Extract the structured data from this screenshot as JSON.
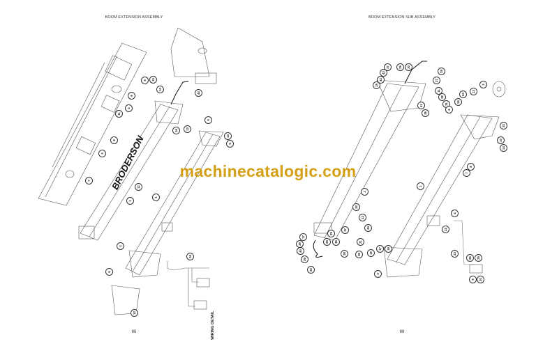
{
  "left_page": {
    "title": "BOOM EXTENSION ASSEMBLY",
    "page_number": "86",
    "brand_decal": "BRODERSON",
    "wiring_label": "WIRING DETAIL",
    "callouts": [
      "8",
      "15",
      "10",
      "6",
      "44",
      "4",
      "11",
      "16",
      "13",
      "9",
      "14",
      "5",
      "8",
      "4",
      "7",
      "12",
      "1",
      "1",
      "4",
      "6",
      "16",
      "13"
    ]
  },
  "right_page": {
    "title": "BOOM EXTENSION SUB ASSEMBLY",
    "page_number": "88",
    "callouts": [
      "37",
      "29",
      "30",
      "43",
      "42",
      "15",
      "28",
      "27",
      "11",
      "32",
      "31",
      "6",
      "41",
      "36",
      "2",
      "13",
      "23",
      "16",
      "33",
      "10",
      "14",
      "8",
      "7",
      "1",
      "1",
      "24",
      "12",
      "34",
      "37",
      "39",
      "35",
      "21",
      "25",
      "17",
      "39",
      "40",
      "26",
      "20",
      "38",
      "36",
      "19",
      "17",
      "18",
      "3",
      "4",
      "22",
      "23",
      "26",
      "25",
      "9",
      "20"
    ]
  },
  "watermark": "machinecatalogic.com"
}
